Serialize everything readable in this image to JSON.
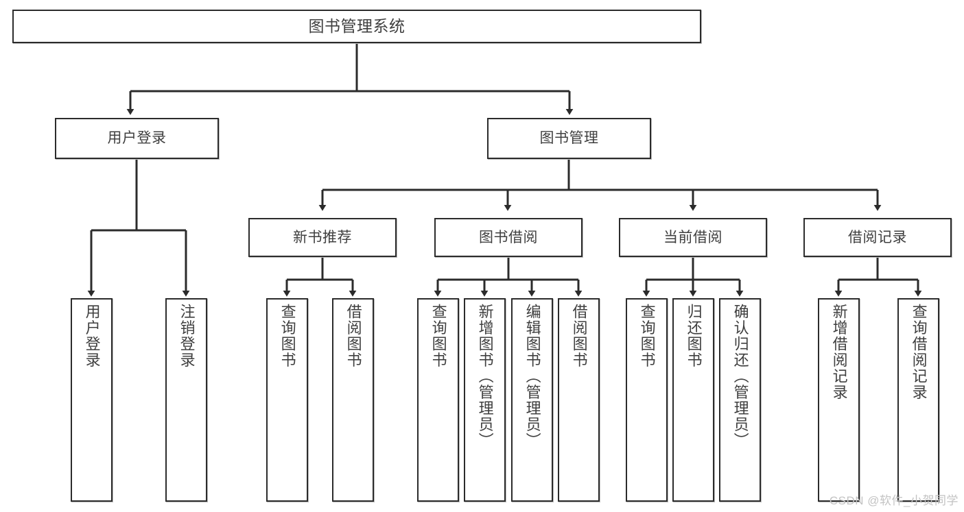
{
  "diagram": {
    "title": "图书管理系统",
    "type": "tree-hierarchy",
    "watermark": "CSDN @软件_小贺同学",
    "colors": {
      "border": "#2b2b2b",
      "text": "#3f3f3f",
      "edge": "#2b2b2b",
      "background": "#ffffff",
      "watermark": "#c3c3c3"
    },
    "root": {
      "label": "图书管理系统"
    },
    "level2": [
      {
        "label": "用户登录"
      },
      {
        "label": "图书管理"
      }
    ],
    "level3": [
      {
        "label": "新书推荐"
      },
      {
        "label": "图书借阅"
      },
      {
        "label": "当前借阅"
      },
      {
        "label": "借阅记录"
      }
    ],
    "leaves": {
      "user_login": [
        {
          "label": "用户登录"
        },
        {
          "label": "注销登录"
        }
      ],
      "new_book_recommend": [
        {
          "label": "查询图书"
        },
        {
          "label": "借阅图书"
        }
      ],
      "book_borrow": [
        {
          "label": "查询图书"
        },
        {
          "label": "新增图书（管理员）"
        },
        {
          "label": "编辑图书（管理员）"
        },
        {
          "label": "借阅图书"
        }
      ],
      "current_borrow": [
        {
          "label": "查询图书"
        },
        {
          "label": "归还图书"
        },
        {
          "label": "确认归还（管理员）"
        }
      ],
      "borrow_record": [
        {
          "label": "新增借阅记录"
        },
        {
          "label": "查询借阅记录"
        }
      ]
    }
  }
}
